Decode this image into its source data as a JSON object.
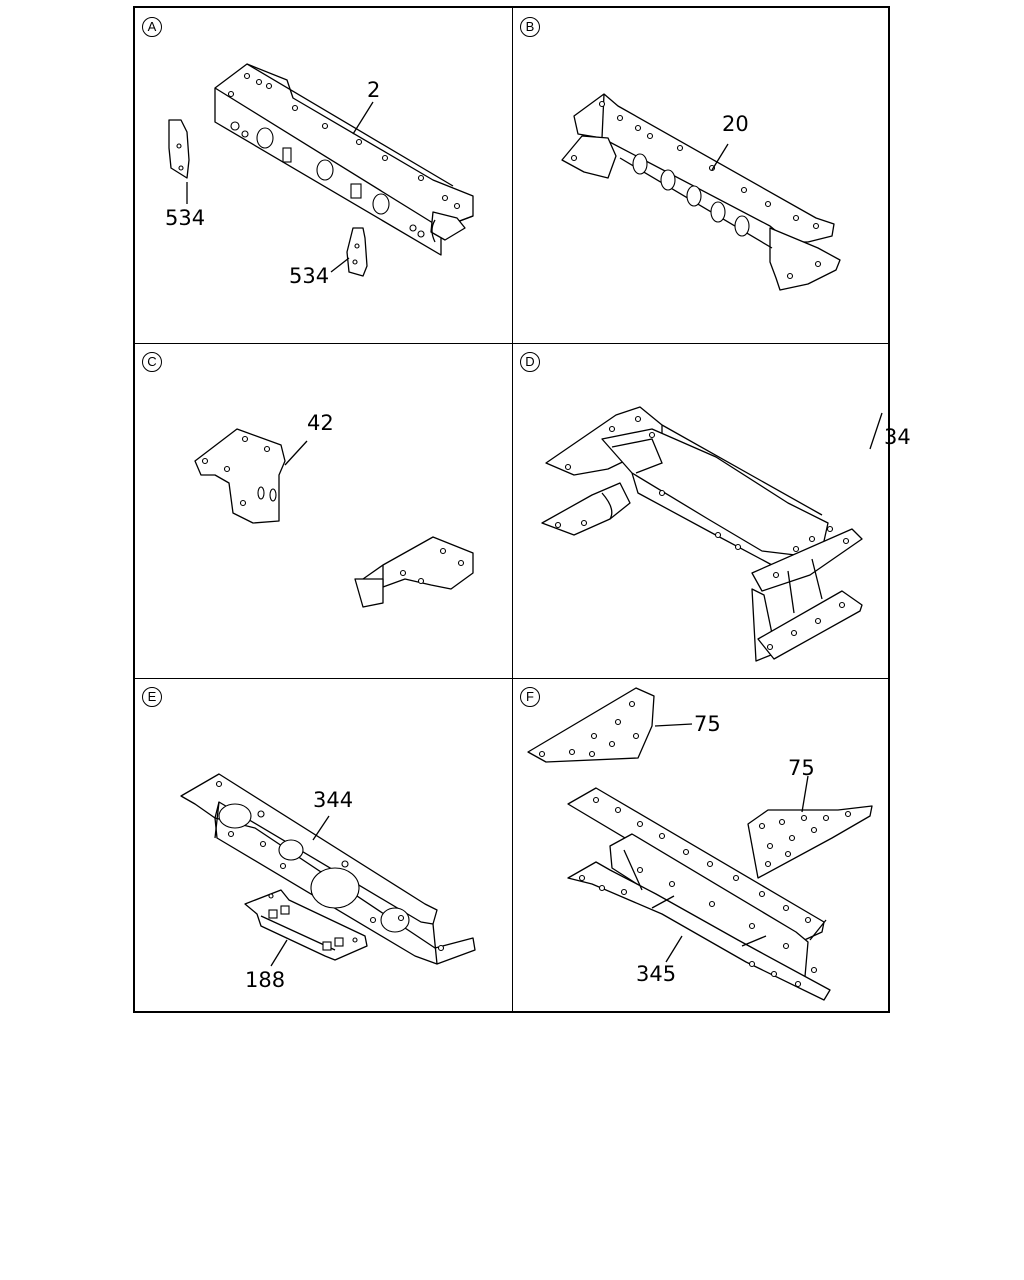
{
  "panels": [
    {
      "letter": "A",
      "callouts": [
        "2",
        "534",
        "534"
      ]
    },
    {
      "letter": "B",
      "callouts": [
        "20"
      ]
    },
    {
      "letter": "C",
      "callouts": [
        "42"
      ]
    },
    {
      "letter": "D",
      "callouts": [
        "34"
      ]
    },
    {
      "letter": "E",
      "callouts": [
        "344",
        "188"
      ]
    },
    {
      "letter": "F",
      "callouts": [
        "75",
        "75",
        "345"
      ]
    }
  ]
}
